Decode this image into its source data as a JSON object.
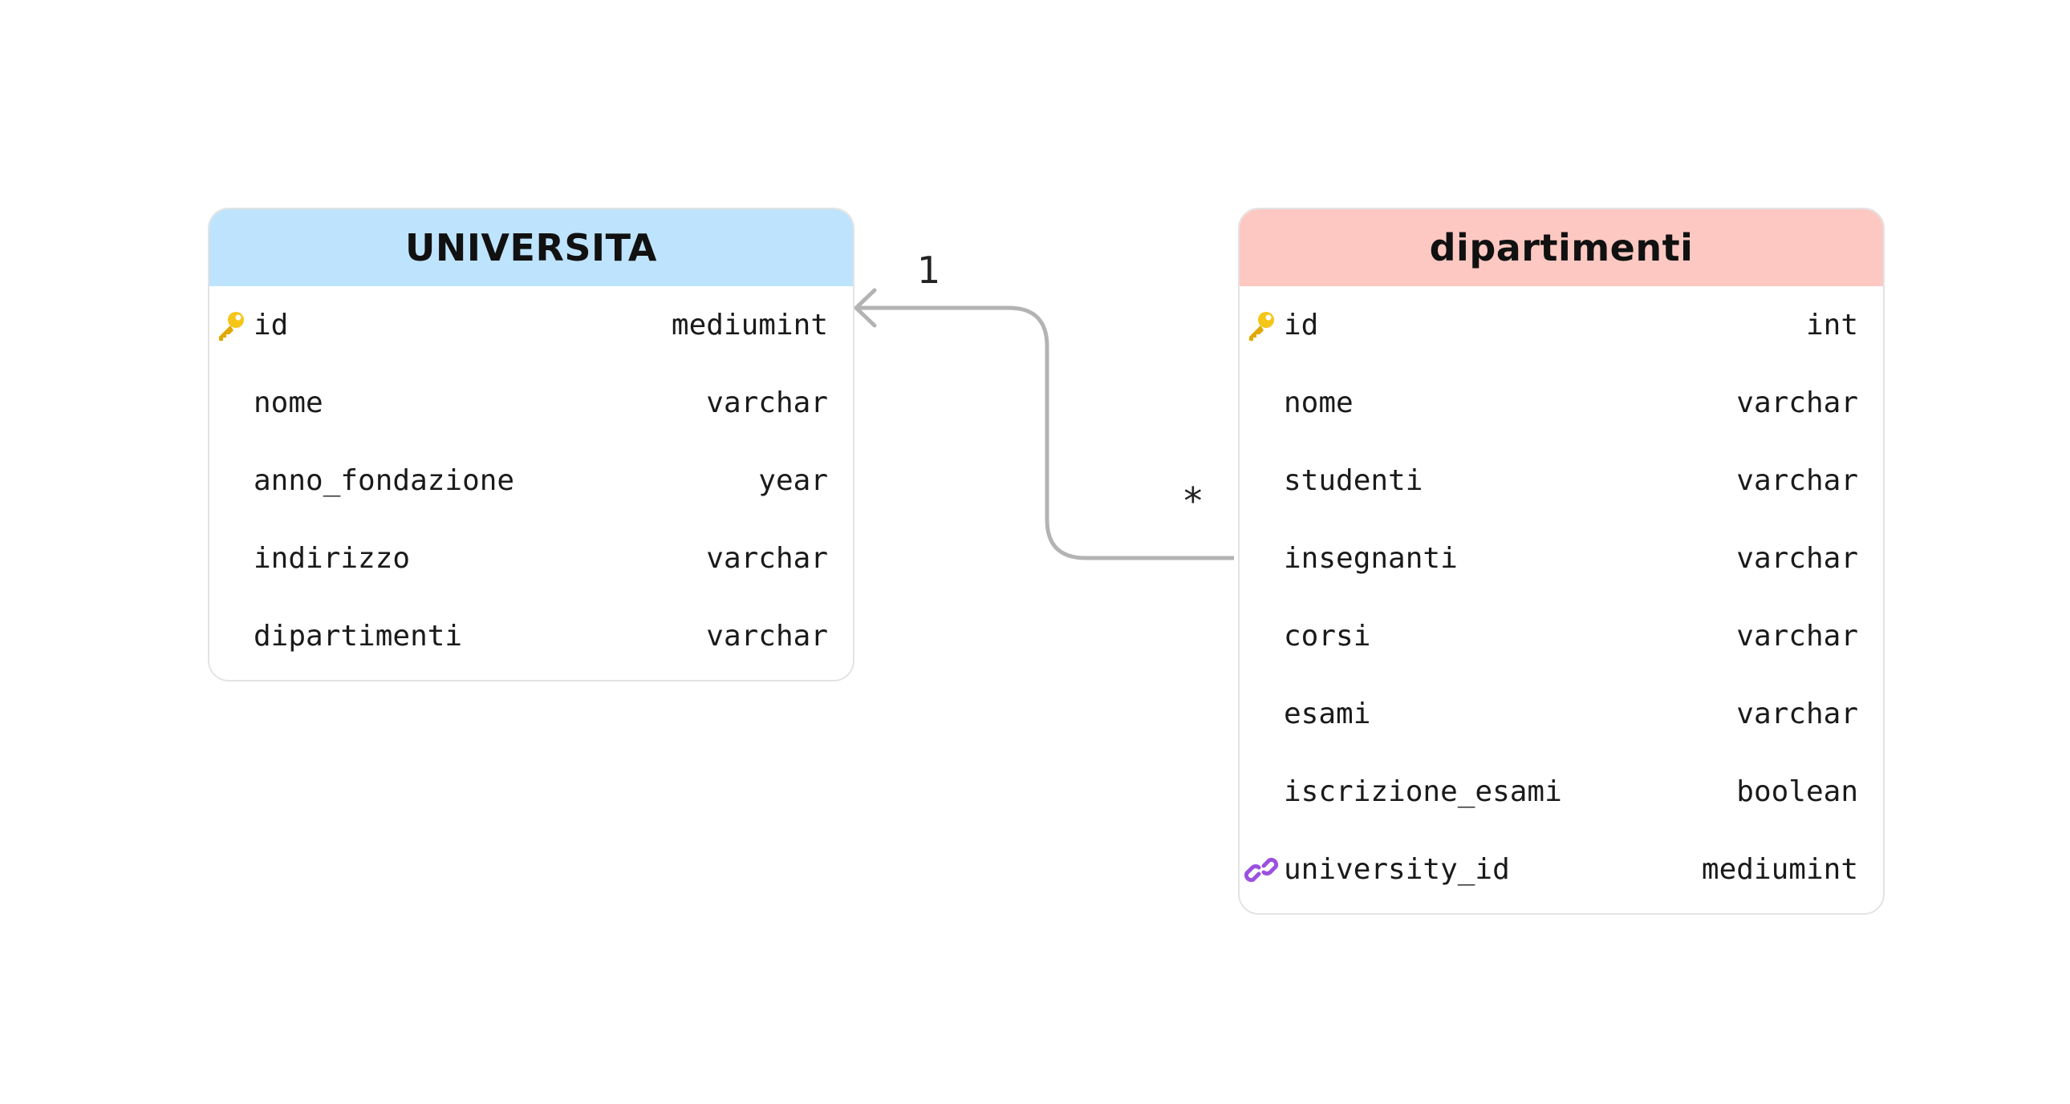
{
  "colors": {
    "universita_header": "#bee3fd",
    "dipartimenti_header": "#fec8c2",
    "primary_key_icon": "#f5c518",
    "foreign_key_icon": "#9b51e0",
    "connector": "#b3b3b3"
  },
  "tables": [
    {
      "name": "UNIVERSITA",
      "columns": [
        {
          "name": "id",
          "type": "mediumint",
          "icon": "key-icon"
        },
        {
          "name": "nome",
          "type": "varchar",
          "icon": ""
        },
        {
          "name": "anno_fondazione",
          "type": "year",
          "icon": ""
        },
        {
          "name": "indirizzo",
          "type": "varchar",
          "icon": ""
        },
        {
          "name": "dipartimenti",
          "type": "varchar",
          "icon": ""
        }
      ]
    },
    {
      "name": "dipartimenti",
      "columns": [
        {
          "name": "id",
          "type": "int",
          "icon": "key-icon"
        },
        {
          "name": "nome",
          "type": "varchar",
          "icon": ""
        },
        {
          "name": "studenti",
          "type": "varchar",
          "icon": ""
        },
        {
          "name": "insegnanti",
          "type": "varchar",
          "icon": ""
        },
        {
          "name": "corsi",
          "type": "varchar",
          "icon": ""
        },
        {
          "name": "esami",
          "type": "varchar",
          "icon": ""
        },
        {
          "name": "iscrizione_esami",
          "type": "boolean",
          "icon": ""
        },
        {
          "name": "university_id",
          "type": "mediumint",
          "icon": "link-icon"
        }
      ]
    }
  ],
  "relationship": {
    "from": "dipartimenti.insegnanti",
    "to": "UNIVERSITA.id",
    "one_label": "1",
    "many_label": "*"
  }
}
